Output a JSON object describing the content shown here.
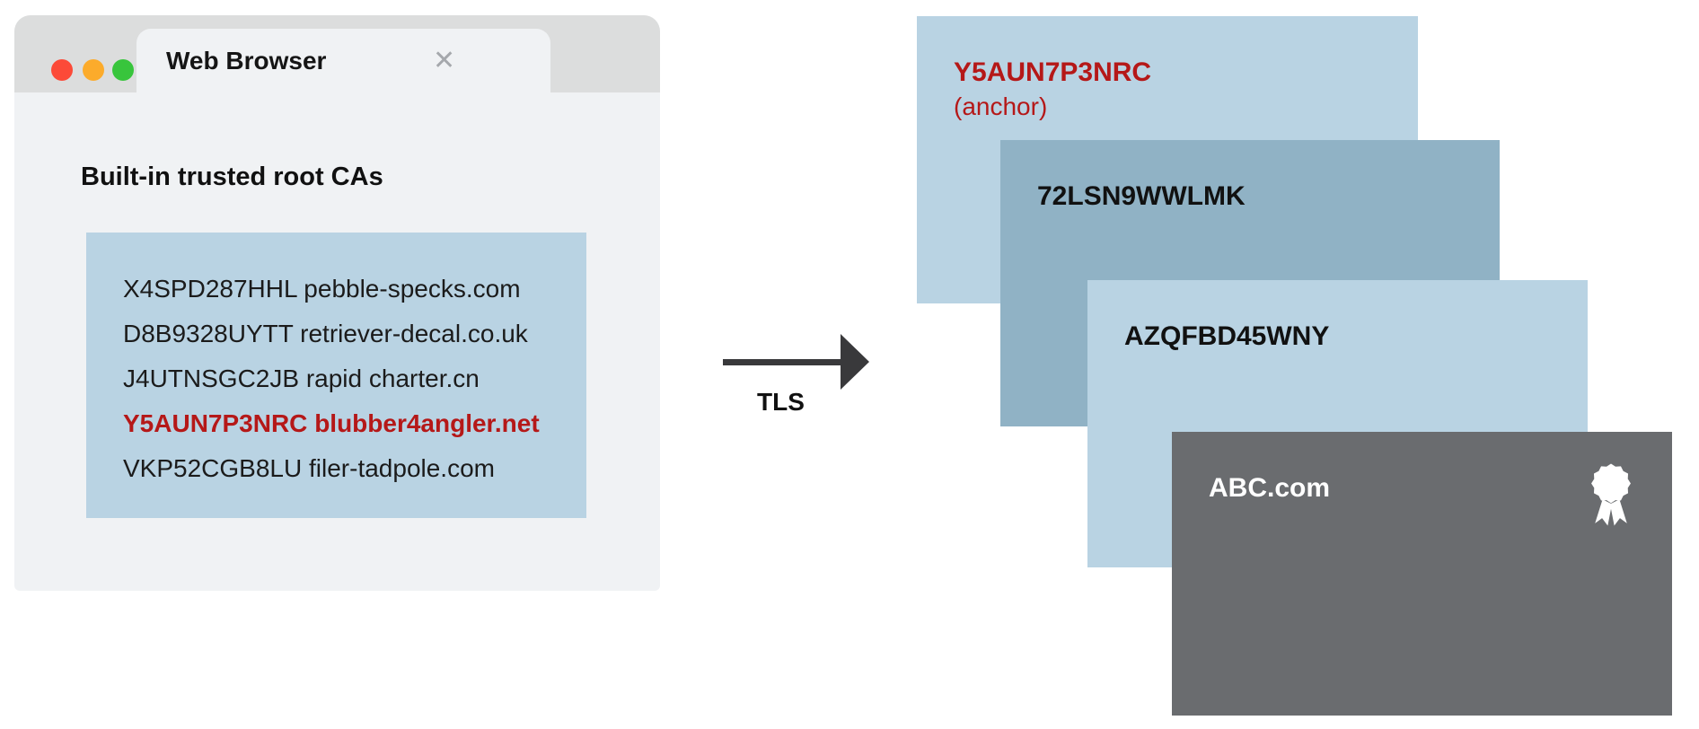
{
  "colors": {
    "highlight_red": "#b51818",
    "light_blue": "#b9d3e3",
    "mid_blue": "#90b2c5",
    "dark_gray": "#6a6c6f",
    "titlebar_gray": "#dcdddd",
    "window_bg": "#f0f2f4"
  },
  "browser": {
    "tab_title": "Web Browser",
    "close_glyph": "✕",
    "heading": "Built-in trusted root CAs",
    "root_cas": [
      {
        "id": "X4SPD287HHL",
        "domain": "pebble-specks.com"
      },
      {
        "id": "D8B9328UYTT",
        "domain": "retriever-decal.co.uk"
      },
      {
        "id": "J4UTNSGC2JB",
        "domain": "rapid charter.cn"
      },
      {
        "id": "Y5AUN7P3NRC",
        "domain": "blubber4angler.net",
        "highlighted": "true"
      },
      {
        "id": "VKP52CGB8LU",
        "domain": "filer-tadpole.com"
      }
    ]
  },
  "arrow": {
    "label": "TLS"
  },
  "certificate_chain": [
    {
      "name": "Y5AUN7P3NRC",
      "note": "(anchor)",
      "role": "trust-anchor"
    },
    {
      "name": "72LSN9WWLMK",
      "role": "intermediate"
    },
    {
      "name": "AZQFBD45WNY",
      "role": "intermediate"
    },
    {
      "name": "ABC.com",
      "role": "leaf",
      "icon": "award-ribbon-icon"
    }
  ]
}
